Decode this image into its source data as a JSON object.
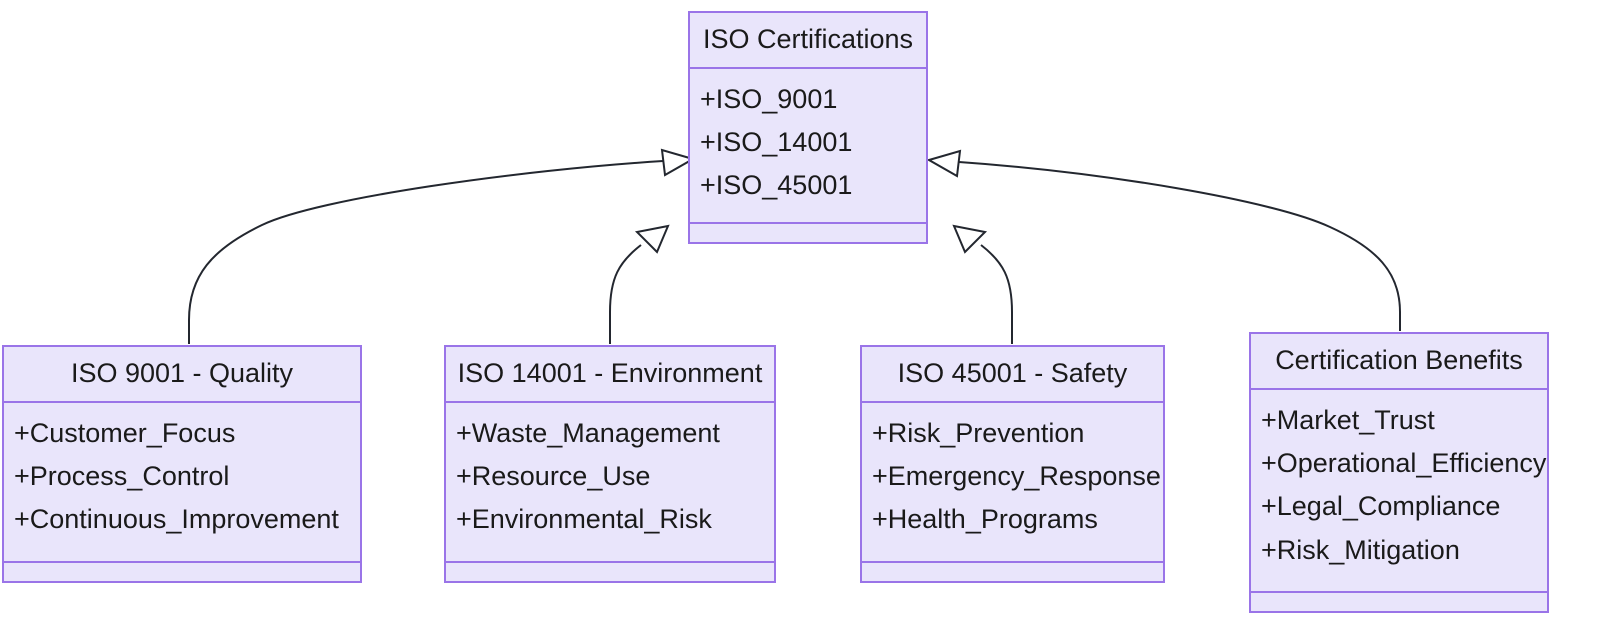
{
  "diagram": {
    "type": "uml-class-diagram",
    "title": "ISO Certifications",
    "relationship": "generalization",
    "colors": {
      "class_fill": "#e9e5fb",
      "class_border": "#9a74e8",
      "text": "#1a1a1a",
      "edge": "#23272f",
      "background": "#ffffff"
    }
  },
  "classes": [
    {
      "id": "iso-certifications",
      "name": "ISO Certifications",
      "attributes": [
        "+ISO_9001",
        "+ISO_14001",
        "+ISO_45001"
      ],
      "operations": []
    },
    {
      "id": "iso-9001-quality",
      "name": "ISO 9001 - Quality",
      "attributes": [
        "+Customer_Focus",
        "+Process_Control",
        "+Continuous_Improvement"
      ],
      "operations": []
    },
    {
      "id": "iso-14001-environment",
      "name": "ISO 14001 - Environment",
      "attributes": [
        "+Waste_Management",
        "+Resource_Use",
        "+Environmental_Risk"
      ],
      "operations": []
    },
    {
      "id": "iso-45001-safety",
      "name": "ISO 45001 - Safety",
      "attributes": [
        "+Risk_Prevention",
        "+Emergency_Response",
        "+Health_Programs"
      ],
      "operations": []
    },
    {
      "id": "certification-benefits",
      "name": "Certification Benefits",
      "attributes": [
        "+Market_Trust",
        "+Operational_Efficiency",
        "+Legal_Compliance",
        "+Risk_Mitigation"
      ],
      "operations": []
    }
  ],
  "edges": [
    {
      "id": "edge-9001",
      "from": "iso-9001-quality",
      "to": "iso-certifications",
      "type": "generalization",
      "arrow": "hollow-triangle"
    },
    {
      "id": "edge-14001",
      "from": "iso-14001-environment",
      "to": "iso-certifications",
      "type": "generalization",
      "arrow": "hollow-triangle"
    },
    {
      "id": "edge-45001",
      "from": "iso-45001-safety",
      "to": "iso-certifications",
      "type": "generalization",
      "arrow": "hollow-triangle"
    },
    {
      "id": "edge-benefits",
      "from": "certification-benefits",
      "to": "iso-certifications",
      "type": "generalization",
      "arrow": "hollow-triangle"
    }
  ]
}
